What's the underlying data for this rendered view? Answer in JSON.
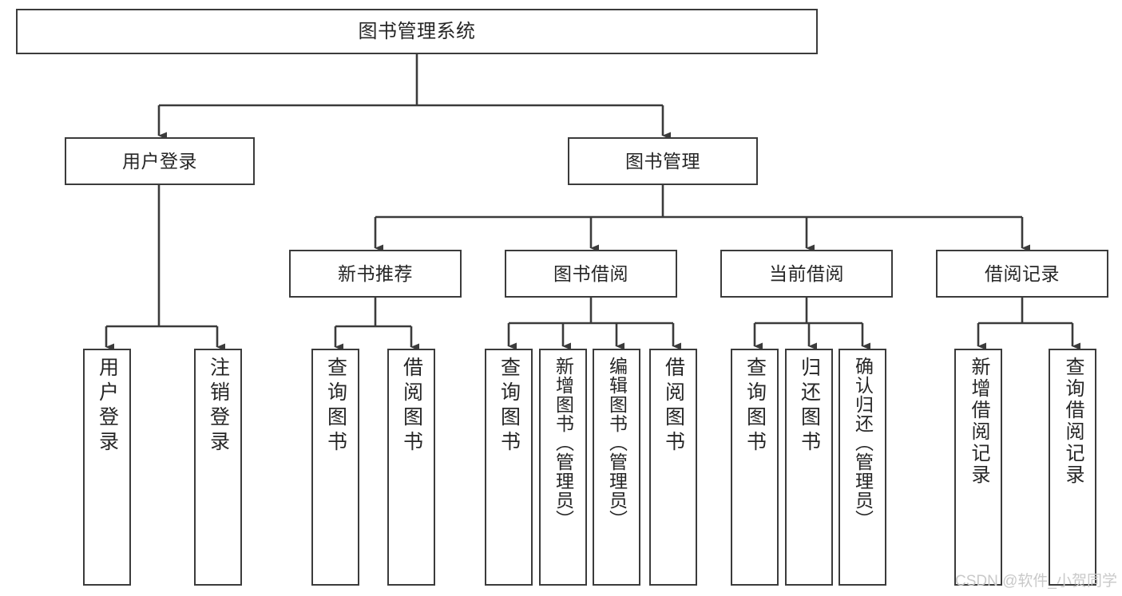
{
  "diagram": {
    "type": "tree",
    "title": "图书管理系统",
    "watermark": "CSDN @软件_小贺同学",
    "colors": {
      "node_border": "#3b3b3b",
      "node_fill": "#ffffff",
      "connector": "#3b3b3b",
      "text": "#262626",
      "watermark": "#c9c9c9",
      "background": "#ffffff"
    },
    "levels": {
      "root": "图书管理系统",
      "level2": [
        "用户登录",
        "图书管理"
      ],
      "level3": [
        "新书推荐",
        "图书借阅",
        "当前借阅",
        "借阅记录"
      ]
    },
    "nodes": {
      "root": {
        "label": "图书管理系统"
      },
      "user_login": {
        "label": "用户登录"
      },
      "book_manage": {
        "label": "图书管理"
      },
      "new_book_rec": {
        "label": "新书推荐"
      },
      "book_borrow": {
        "label": "图书借阅"
      },
      "current_borrow": {
        "label": "当前借阅"
      },
      "borrow_record": {
        "label": "借阅记录"
      },
      "leaf_user_login": {
        "label": "用户登录"
      },
      "leaf_logout": {
        "label": "注销登录"
      },
      "leaf_query_book_1": {
        "label": "查询图书"
      },
      "leaf_borrow_book_1": {
        "label": "借阅图书"
      },
      "leaf_query_book_2": {
        "label": "查询图书"
      },
      "leaf_add_book": {
        "label": "新增图书（管理员）"
      },
      "leaf_edit_book": {
        "label": "编辑图书（管理员）"
      },
      "leaf_borrow_book_2": {
        "label": "借阅图书"
      },
      "leaf_query_book_3": {
        "label": "查询图书"
      },
      "leaf_return_book": {
        "label": "归还图书"
      },
      "leaf_confirm_return": {
        "label": "确认归还（管理员）"
      },
      "leaf_add_record": {
        "label": "新增借阅记录"
      },
      "leaf_query_record": {
        "label": "查询借阅记录"
      }
    },
    "edges": [
      {
        "from": "图书管理系统",
        "to": "用户登录"
      },
      {
        "from": "图书管理系统",
        "to": "图书管理"
      },
      {
        "from": "用户登录",
        "to": "用户登录"
      },
      {
        "from": "用户登录",
        "to": "注销登录"
      },
      {
        "from": "图书管理",
        "to": "新书推荐"
      },
      {
        "from": "图书管理",
        "to": "图书借阅"
      },
      {
        "from": "图书管理",
        "to": "当前借阅"
      },
      {
        "from": "图书管理",
        "to": "借阅记录"
      },
      {
        "from": "新书推荐",
        "to": "查询图书"
      },
      {
        "from": "新书推荐",
        "to": "借阅图书"
      },
      {
        "from": "图书借阅",
        "to": "查询图书"
      },
      {
        "from": "图书借阅",
        "to": "新增图书（管理员）"
      },
      {
        "from": "图书借阅",
        "to": "编辑图书（管理员）"
      },
      {
        "from": "图书借阅",
        "to": "借阅图书"
      },
      {
        "from": "当前借阅",
        "to": "查询图书"
      },
      {
        "from": "当前借阅",
        "to": "归还图书"
      },
      {
        "from": "当前借阅",
        "to": "确认归还（管理员）"
      },
      {
        "from": "借阅记录",
        "to": "新增借阅记录"
      },
      {
        "from": "借阅记录",
        "to": "查询借阅记录"
      }
    ]
  }
}
